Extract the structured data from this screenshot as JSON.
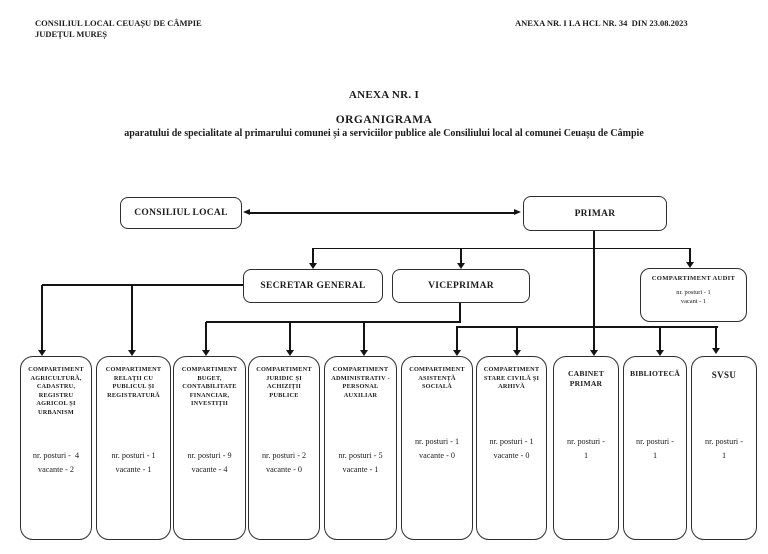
{
  "page": {
    "header_left_line1": "CONSILIUL LOCAL CEUAȘU DE CÂMPIE",
    "header_left_line2": "JUDEȚUL MUREȘ",
    "header_right": "ANEXA NR. I LA HCL NR. 34  DIN 23.08.2023",
    "annex_title": "ANEXA NR. I",
    "main_title": "ORGANIGRAMA",
    "subtitle": "aparatului de specialitate al primarului comunei și a serviciilor publice ale Consiliului local al comunei Ceuașu de Câmpie"
  },
  "org": {
    "top": {
      "consiliul_local": "CONSILIUL LOCAL",
      "primar": "PRIMAR"
    },
    "mid": {
      "secretar_general": "SECRETAR GENERAL",
      "viceprimar": "VICEPRIMAR",
      "audit": {
        "title": "COMPARTIMENT AUDIT",
        "lines": [
          "nr. posturi - 1",
          "vacant - 1"
        ]
      }
    },
    "departments": [
      {
        "title": "COMPARTIMENT AGRICULTURĂ, CADASTRU, REGISTRU AGRICOL ȘI URBANISM",
        "lines": [
          "nr. posturi -  4",
          "vacante - 2"
        ]
      },
      {
        "title": "COMPARTIMENT RELAȚII CU PUBLICUL ȘI REGISTRATURĂ",
        "lines": [
          "nr. posturi - 1",
          "vacante - 1"
        ]
      },
      {
        "title": "COMPARTIMENT BUGET, CONTABILITATE FINANCIAR, INVESTIȚII",
        "lines": [
          "nr. posturi - 9",
          "vacante - 4"
        ]
      },
      {
        "title": "COMPARTIMENT JURIDIC ȘI ACHIZIȚII PUBLICE",
        "lines": [
          "nr. posturi - 2",
          "vacante - 0"
        ]
      },
      {
        "title": "COMPARTIMENT ADMINISTRATIV - PERSONAL AUXILIAR",
        "lines": [
          "nr. posturi - 5",
          "vacante - 1"
        ]
      },
      {
        "title": "COMPARTIMENT ASISTENȚĂ SOCIALĂ",
        "lines": [
          "nr. posturi - 1",
          "vacante - 0"
        ]
      },
      {
        "title": "COMPARTIMENT STARE CIVILĂ ȘI ARHIVĂ",
        "lines": [
          "nr. posturi - 1",
          "vacante - 0"
        ]
      },
      {
        "title": "CABINET PRIMAR",
        "lines": [
          "nr. posturi -",
          "1"
        ]
      },
      {
        "title": "BIBLIOTECĂ",
        "lines": [
          "nr. posturi -",
          "1"
        ]
      },
      {
        "title": "SVSU",
        "lines": [
          "nr. posturi -",
          "1"
        ]
      }
    ]
  }
}
